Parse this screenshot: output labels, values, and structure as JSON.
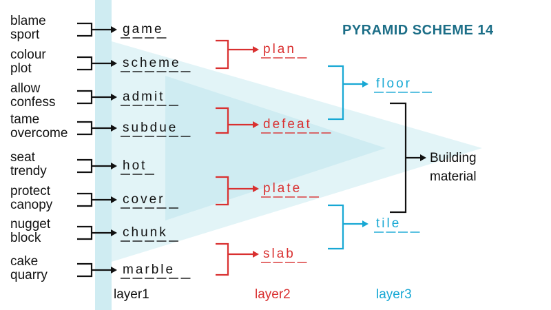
{
  "title": "PYRAMID SCHEME 14",
  "colors": {
    "title": "#1c6e87",
    "layer1": "#111111",
    "layer2": "#d93030",
    "layer3": "#17a8d4",
    "watermark": "#bfe6ee"
  },
  "layers": {
    "layer1_label": "layer1",
    "layer2_label": "layer2",
    "layer3_label": "layer3"
  },
  "layer1": [
    {
      "clue1": "blame",
      "clue2": "sport",
      "answer": "game"
    },
    {
      "clue1": "colour",
      "clue2": "plot",
      "answer": "scheme"
    },
    {
      "clue1": "allow",
      "clue2": "confess",
      "answer": "admit"
    },
    {
      "clue1": "tame",
      "clue2": "overcome",
      "answer": "subdue"
    },
    {
      "clue1": "seat",
      "clue2": "trendy",
      "answer": "hot"
    },
    {
      "clue1": "protect",
      "clue2": "canopy",
      "answer": "cover"
    },
    {
      "clue1": "nugget",
      "clue2": "block",
      "answer": "chunk"
    },
    {
      "clue1": "cake",
      "clue2": "quarry",
      "answer": "marble"
    }
  ],
  "layer2": [
    {
      "answer": "plan"
    },
    {
      "answer": "defeat"
    },
    {
      "answer": "plate"
    },
    {
      "answer": "slab"
    }
  ],
  "layer3": [
    {
      "answer": "floor"
    },
    {
      "answer": "tile"
    }
  ],
  "final": {
    "line1": "Building",
    "line2": "material"
  }
}
